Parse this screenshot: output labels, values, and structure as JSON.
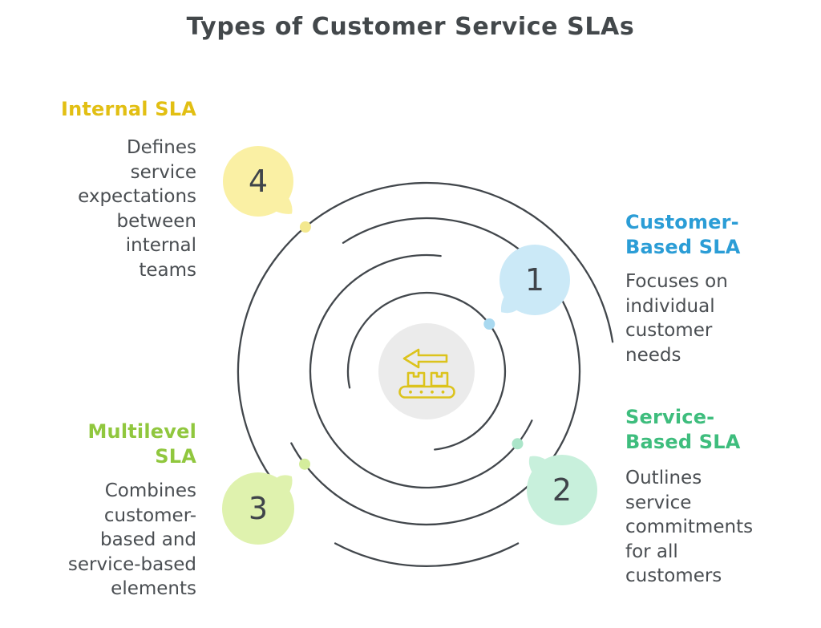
{
  "title": "Types of Customer Service SLAs",
  "colors": {
    "title_text": "#43484B",
    "body_text": "#4A4E52",
    "spiral_stroke": "#42474C",
    "center_circle_fill": "#EBEBEB",
    "icon_color": "#DCC31C",
    "number_text": "#3F444A"
  },
  "center_icon": "conveyor-belt-with-left-arrow-icon",
  "items": [
    {
      "number": "1",
      "name": "Customer-Based SLA",
      "heading_lines": [
        "Customer-",
        "Based SLA"
      ],
      "heading_color": "#2B9DD6",
      "description": "Focuses on individual customer needs",
      "lines": [
        "Focuses on",
        "individual",
        "customer",
        "needs"
      ],
      "bubble_fill": "#CBE9F7",
      "dot_fill": "#A9D9F0"
    },
    {
      "number": "2",
      "name": "Service-Based SLA",
      "heading_lines": [
        "Service-",
        "Based SLA"
      ],
      "heading_color": "#3EBD7D",
      "description": "Outlines service commitments for all customers",
      "lines": [
        "Outlines",
        "service",
        "commitments",
        "for all",
        "customers"
      ],
      "bubble_fill": "#C8F0DC",
      "dot_fill": "#ABE5C9"
    },
    {
      "number": "3",
      "name": "Multilevel SLA",
      "heading_lines": [
        "Multilevel",
        "SLA"
      ],
      "heading_color": "#90C73E",
      "description": "Combines customer-based and service-based elements",
      "lines": [
        "Combines",
        "customer-",
        "based and",
        "service-based",
        "elements"
      ],
      "bubble_fill": "#DFF2AE",
      "dot_fill": "#D4ED9C"
    },
    {
      "number": "4",
      "name": "Internal SLA",
      "heading_lines": [
        "Internal SLA"
      ],
      "heading_color": "#E2BF13",
      "description": "Defines service expectations between internal teams",
      "lines": [
        "Defines",
        "service",
        "expectations",
        "between",
        "internal",
        "teams"
      ],
      "bubble_fill": "#FAF0A4",
      "dot_fill": "#F3E88E"
    }
  ]
}
